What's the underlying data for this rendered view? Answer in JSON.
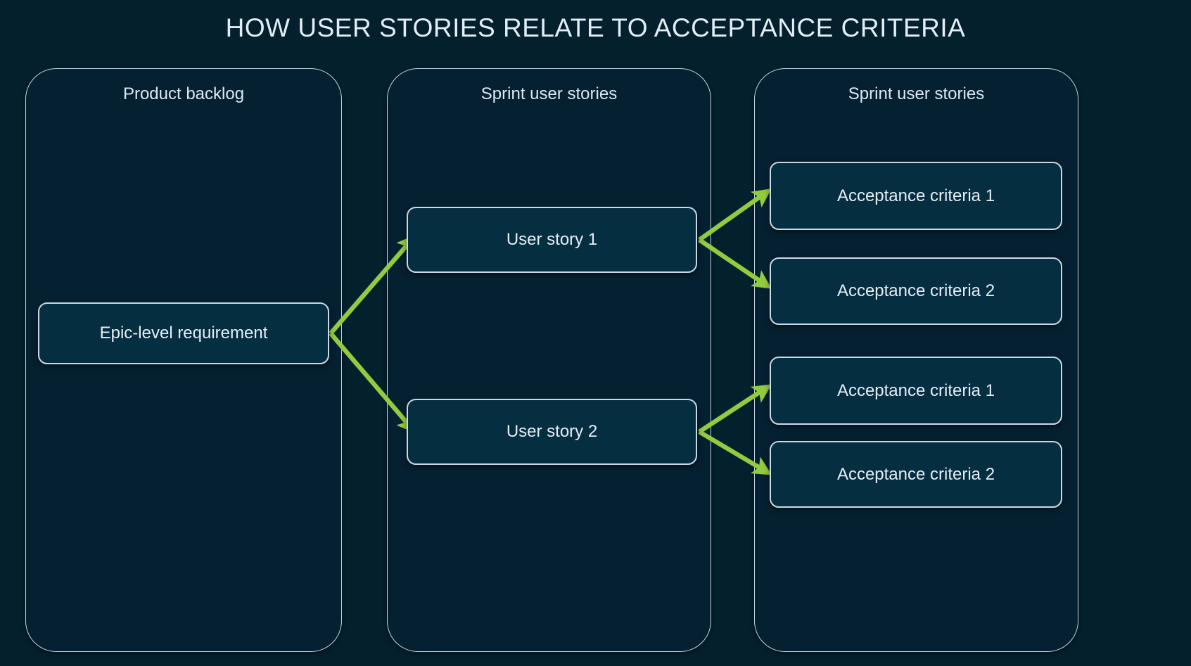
{
  "title": "HOW USER STORIES RELATE TO ACCEPTANCE CRITERIA",
  "colors": {
    "page_background": "#04202d",
    "lane_background": "#052131",
    "node_background": "#062e41",
    "border": "#c9d9e6",
    "text": "#e6eef6",
    "arrow_green": "#93cb3f"
  },
  "lanes": [
    {
      "id": "product-backlog",
      "title": "Product backlog"
    },
    {
      "id": "sprint-user-stories-left",
      "title": "Sprint user stories"
    },
    {
      "id": "sprint-user-stories-right",
      "title": "Sprint user stories"
    }
  ],
  "nodes": {
    "epic": {
      "label": "Epic-level requirement"
    },
    "story1": {
      "label": "User story 1"
    },
    "story2": {
      "label": "User story 2"
    },
    "ac1": {
      "label": "Acceptance criteria 1"
    },
    "ac2": {
      "label": "Acceptance criteria 2"
    },
    "ac3": {
      "label": "Acceptance criteria 1"
    },
    "ac4": {
      "label": "Acceptance criteria 2"
    }
  },
  "connections": [
    {
      "from": "epic",
      "to": "story1"
    },
    {
      "from": "epic",
      "to": "story2"
    },
    {
      "from": "story1",
      "to": "ac1"
    },
    {
      "from": "story1",
      "to": "ac2"
    },
    {
      "from": "story2",
      "to": "ac3"
    },
    {
      "from": "story2",
      "to": "ac4"
    }
  ]
}
